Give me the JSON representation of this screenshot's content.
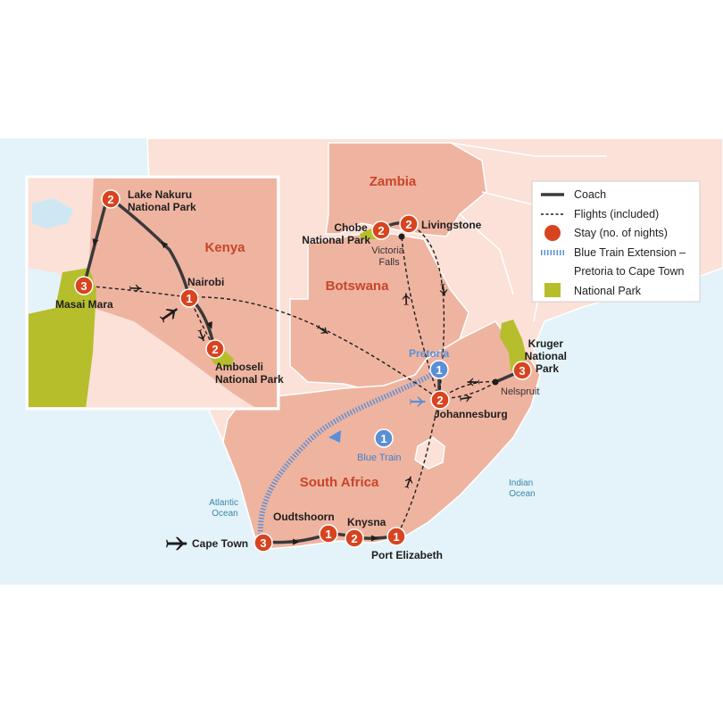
{
  "colors": {
    "ocean": "#e4f3fa",
    "land": "#fbe1d8",
    "country_highlight": "#efb4a0",
    "border": "#ffffff",
    "national_park": "#b6be2c",
    "stop": "#d7441f",
    "blue_train": "#5b8fd6",
    "coach": "#3a3a3a",
    "country_label": "#c8452a"
  },
  "countries": {
    "zambia": "Zambia",
    "botswana": "Botswana",
    "south_africa": "South Africa",
    "kenya": "Kenya"
  },
  "oceans": {
    "atlantic": [
      "Atlantic",
      "Ocean"
    ],
    "indian": [
      "Indian",
      "Ocean"
    ]
  },
  "places": {
    "lake_nakuru": [
      "Lake Nakuru",
      "National Park"
    ],
    "nairobi": "Nairobi",
    "masai_mara": "Masai Mara",
    "amboseli": [
      "Amboseli",
      "National Park"
    ],
    "chobe": [
      "Chobe",
      "National Park"
    ],
    "livingstone": "Livingstone",
    "victoria_falls": [
      "Victoria",
      "Falls"
    ],
    "pretoria": "Pretoria",
    "johannesburg": "Johannesburg",
    "kruger": [
      "Kruger",
      "National",
      "Park"
    ],
    "nelspruit": "Nelspruit",
    "blue_train": "Blue Train",
    "cape_town": "Cape Town",
    "oudtshoorn": "Oudtshoorn",
    "knysna": "Knysna",
    "port_elizabeth": "Port Elizabeth"
  },
  "stops": {
    "lake_nakuru": "2",
    "nairobi": "1",
    "masai_mara": "3",
    "amboseli": "2",
    "chobe": "2",
    "livingstone": "2",
    "pretoria": "1",
    "johannesburg": "2",
    "kruger": "3",
    "blue_train": "1",
    "cape_town": "3",
    "oudtshoorn": "1",
    "knysna": "2",
    "port_elizabeth": "1"
  },
  "legend": {
    "coach": "Coach",
    "flights": "Flights (included)",
    "stay": "Stay (no. of nights)",
    "blue_train_1": "Blue Train Extension –",
    "blue_train_2": "Pretoria to Cape Town",
    "national_park": "National Park"
  }
}
